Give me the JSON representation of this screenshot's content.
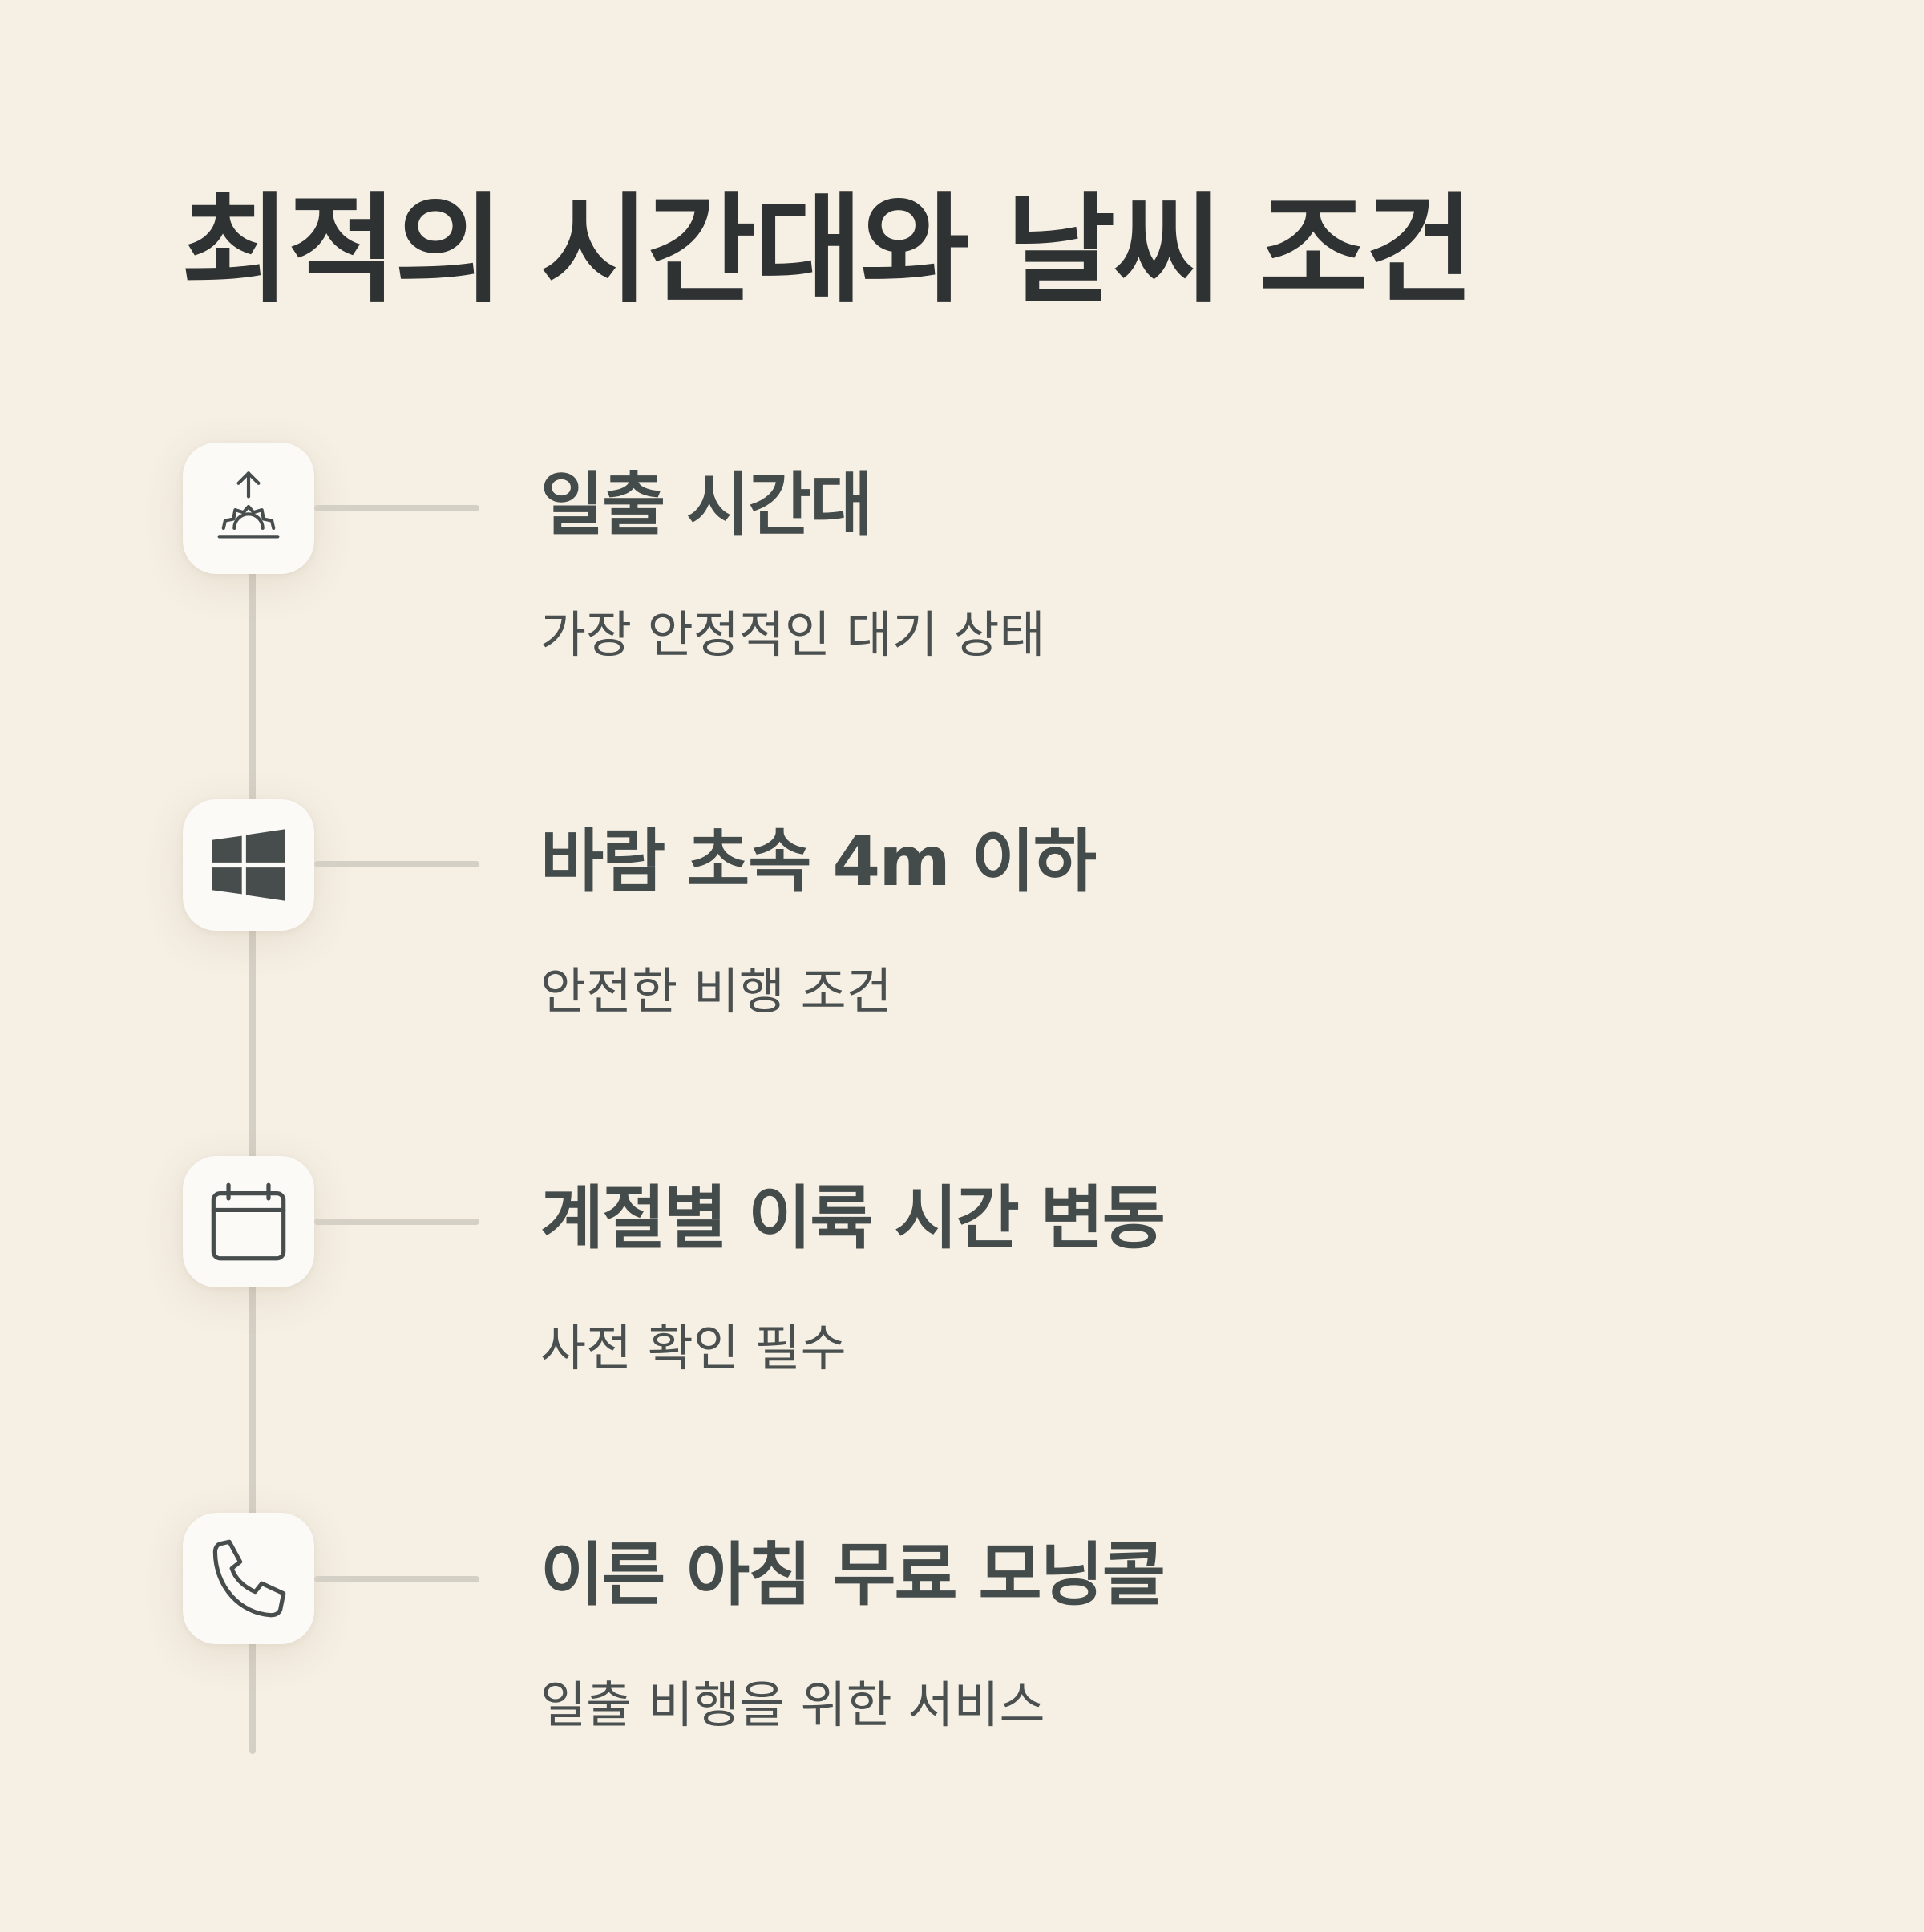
{
  "title": "최적의 시간대와 날씨 조건",
  "items": [
    {
      "icon": "sunrise-icon",
      "title": "일출 시간대",
      "description": "가장 안정적인 대기 상태"
    },
    {
      "icon": "windows-icon",
      "title": "바람 초속 4m 이하",
      "description": "안전한 비행 조건"
    },
    {
      "icon": "calendar-icon",
      "title": "계절별 이륙 시간 변동",
      "description": "사전 확인 필수"
    },
    {
      "icon": "phone-icon",
      "title": "이른 아침 무료 모닝콜",
      "description": "일출 비행을 위한 서비스"
    }
  ],
  "colors": {
    "background": "#f5efe4",
    "title": "#2f3233",
    "item_title": "#434b4b",
    "item_desc": "#4a5050",
    "line": "#d5d0c6",
    "icon_box": "#fbfaf7",
    "icon": "#474d4d"
  }
}
